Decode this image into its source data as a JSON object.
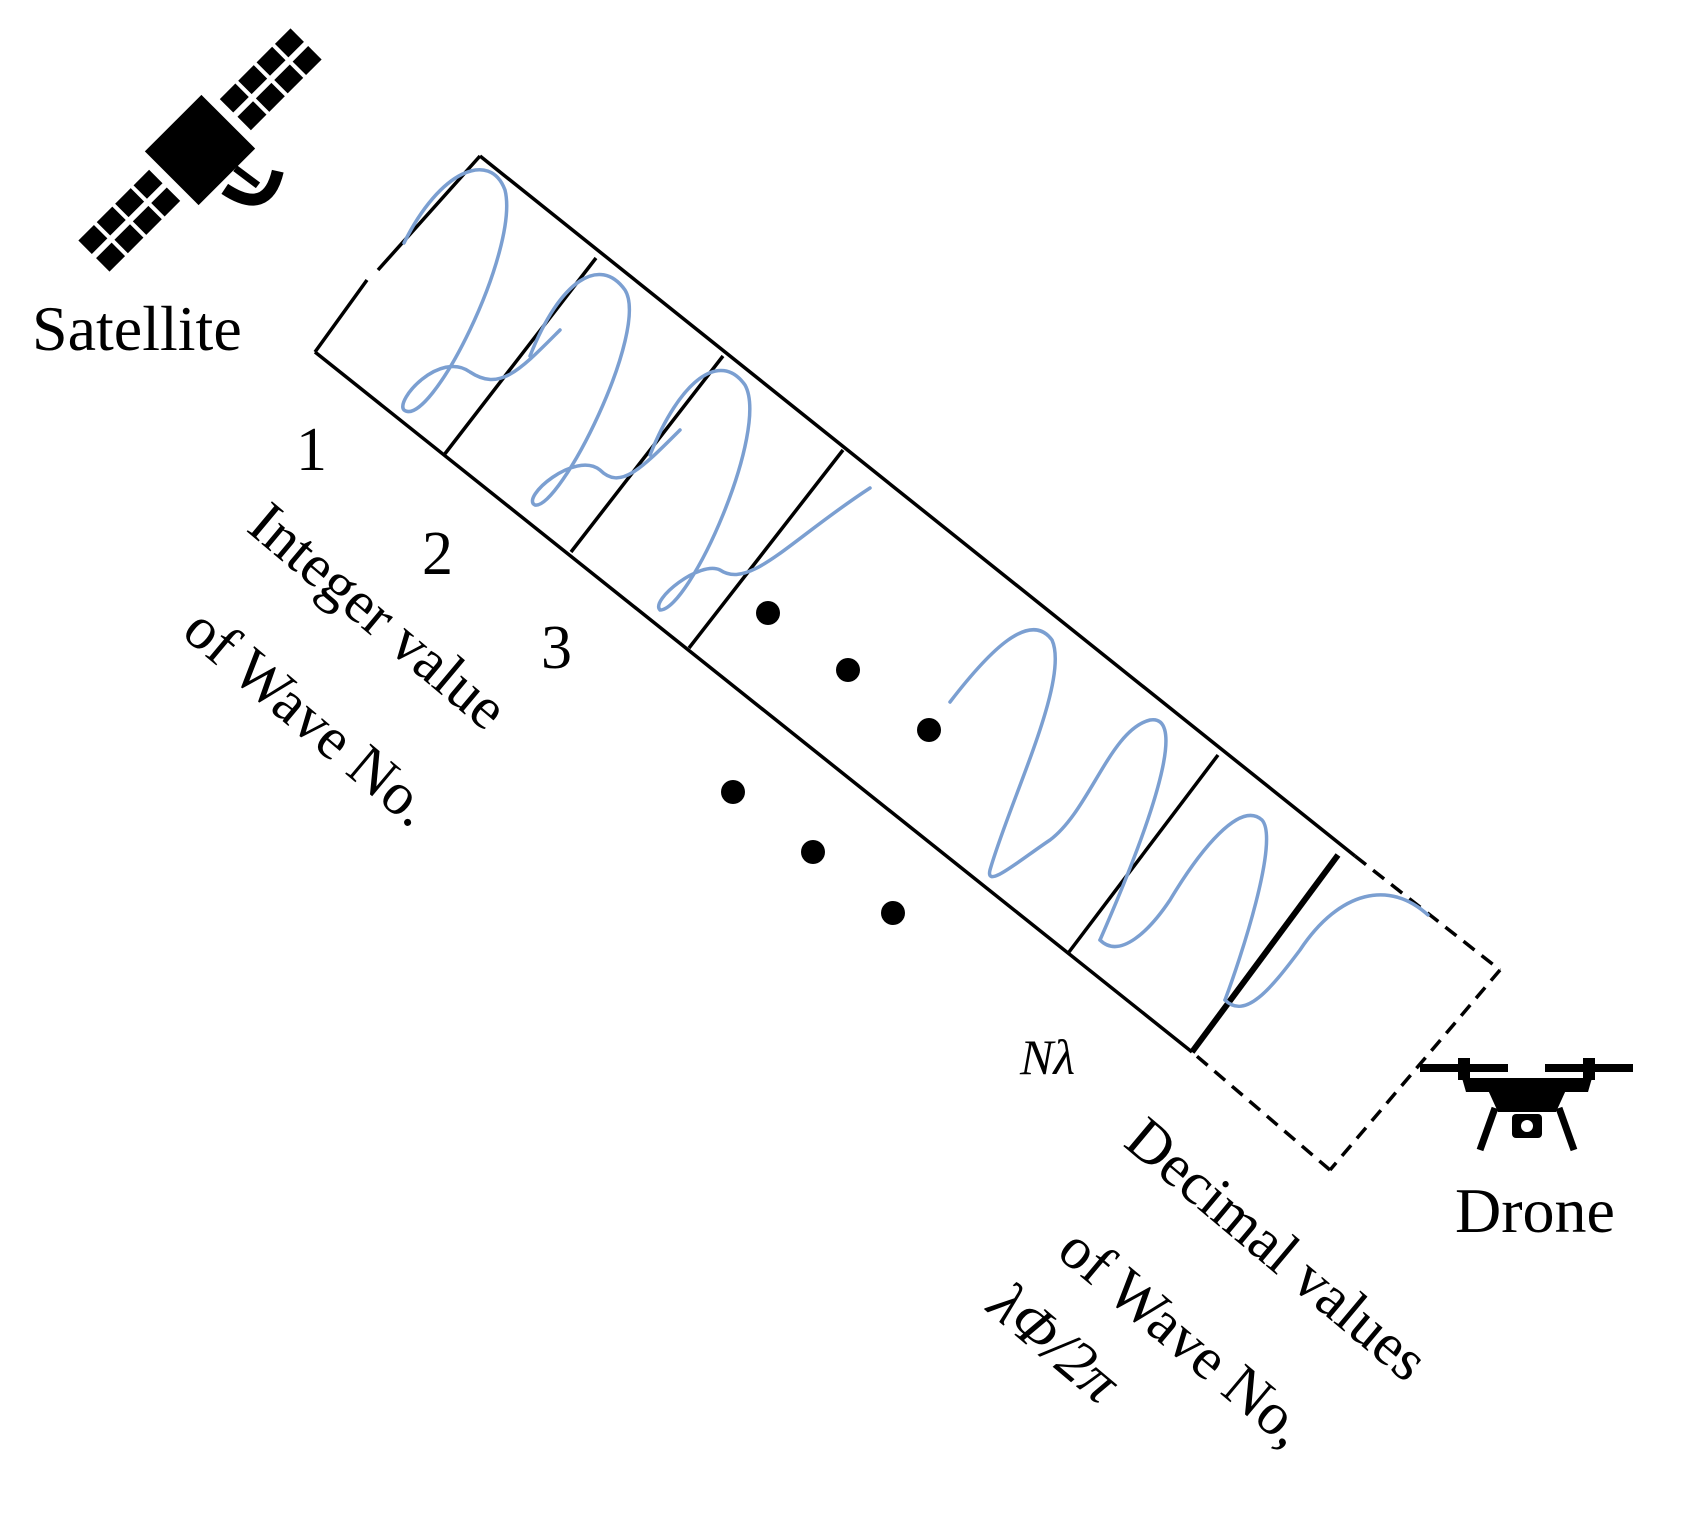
{
  "labels": {
    "satellite": "Satellite",
    "drone": "Drone",
    "cell_numbers": [
      "1",
      "2",
      "3"
    ],
    "n_lambda": "Nλ",
    "integer_line1": "Integer value",
    "integer_line2": "of Wave No.",
    "decimal_line1": "Decimal values",
    "decimal_line2": "of Wave No,",
    "decimal_line3": "λΦ/2π"
  },
  "icons": {
    "satellite": "satellite-icon",
    "drone": "drone-icon"
  },
  "colors": {
    "wave": "#7b9fd1",
    "ink": "#000000"
  }
}
